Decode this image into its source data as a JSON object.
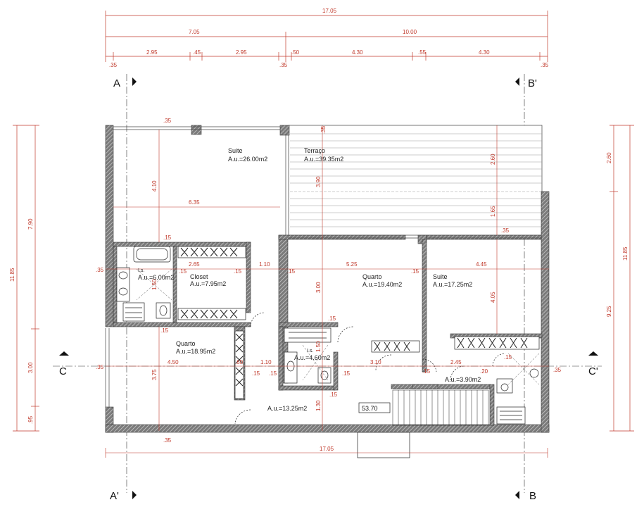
{
  "dims_top": {
    "total": "17.05",
    "left": "7.05",
    "right": "10.00",
    "seg_295a": "2.95",
    "seg_45": ".45",
    "seg_295b": "2.95",
    "seg_50": ".50",
    "seg_430a": "4.30",
    "seg_55": ".55",
    "seg_430b": "4.30",
    "end_left": ".35",
    "end_mid": ".35",
    "end_right": ".35"
  },
  "dims_bottom": {
    "total": "17.05",
    "end_left": ".35"
  },
  "dims_left": {
    "total": "11.85",
    "upper": "7.90",
    "mid": "3.00",
    "lower": ".95"
  },
  "dims_right": {
    "total": "11.85",
    "upper": "2.60",
    "lower": "9.25"
  },
  "dims_inner": {
    "d35_top": ".35",
    "d410": "4.10",
    "d635": "6.35",
    "d35_terr": ".35",
    "d390": "3.90",
    "d260": "2.60",
    "d165": "1.65",
    "d35_right": ".35",
    "d15_bath": ".15",
    "d265": "2.65",
    "d110a": "1.10",
    "d525": "5.25",
    "d445": "4.45",
    "d15_a": ".15",
    "d15_b": ".15",
    "d15_c": ".15",
    "d15_d": ".15",
    "d35_left": ".35",
    "d300": "3.00",
    "d405": "4.05",
    "d15_e": ".15",
    "d15_f": ".15",
    "d450": "4.50",
    "d60": ".60",
    "d110b": "1.10",
    "d15_g": ".15",
    "d15_h": ".15",
    "d310": "3.10",
    "d15_i": ".15",
    "d245": "2.45",
    "d20": ".20",
    "d15_j": ".15",
    "d35_c": ".35",
    "d375": "3.75",
    "d130": "1.30",
    "d15_k": ".15",
    "d35_bottom": ".35",
    "d150_bath": "1.50",
    "d150_ws": "1.50"
  },
  "rooms": {
    "suite1_name": "Suite",
    "suite1_area": "A.u.=26.00m2",
    "terraco_name": "Terraço",
    "terraco_area": "A.u.=39.35m2",
    "closet_name": "Closet",
    "closet_area": "A.u.=7.95m2",
    "ws1_name": "I.s.",
    "ws1_area": "A.u.=6.00m2",
    "quarto1_name": "Quarto",
    "quarto1_area": "A.u.=19.40m2",
    "suite2_name": "Suite",
    "suite2_area": "A.u.=17.25m2",
    "quarto2_name": "Quarto",
    "quarto2_area": "A.u.=18.95m2",
    "ws2_name": "I.s.",
    "ws2_area": "A.u.=4.60m2",
    "ws3_area": "A.u.=3.90m2",
    "corridor_area": "A.u.=13.25m2",
    "level": "53.70"
  },
  "sections": {
    "a_top": "A",
    "b_top": "B'",
    "c_left": "C",
    "c_right": "C'",
    "a_bottom": "A'",
    "b_bottom": "B"
  },
  "colors": {
    "wall": "#555555",
    "dimension": "#c0392b",
    "line": "#222222"
  }
}
